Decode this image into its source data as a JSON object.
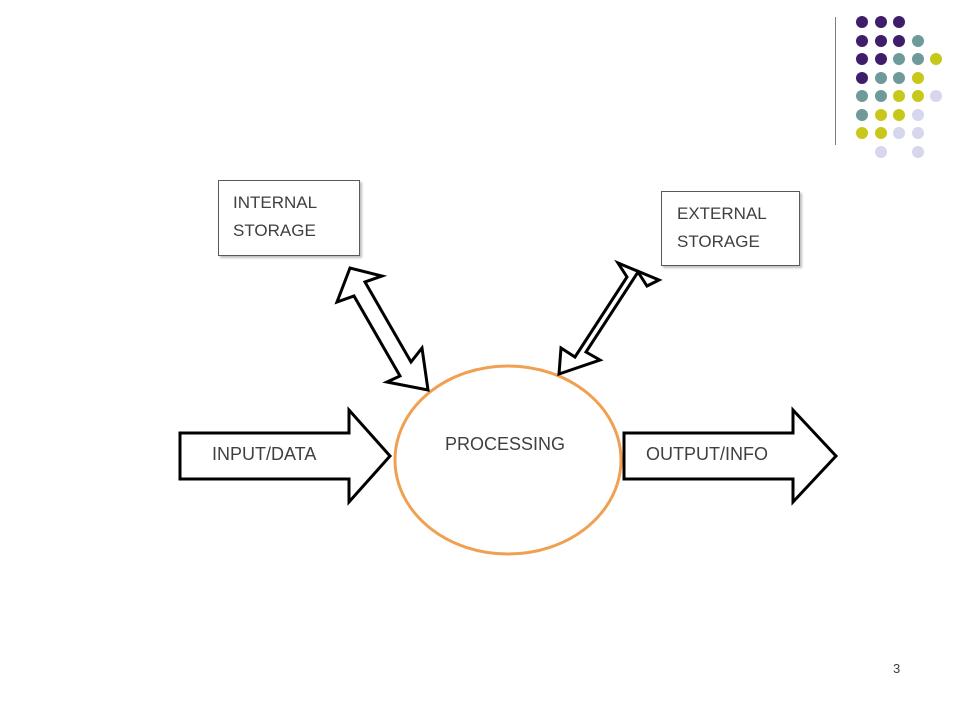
{
  "decor": {
    "dot_colors": {
      "purple": "#3f1d6b",
      "teal": "#6e9a9a",
      "yellow": "#c8c81a",
      "lavender": "#d6d6ec"
    },
    "dot_grid": [
      [
        "purple",
        "purple",
        "purple",
        "",
        ""
      ],
      [
        "purple",
        "purple",
        "purple",
        "teal",
        ""
      ],
      [
        "purple",
        "purple",
        "teal",
        "teal",
        "yellow"
      ],
      [
        "purple",
        "teal",
        "teal",
        "yellow",
        ""
      ],
      [
        "teal",
        "teal",
        "yellow",
        "yellow",
        "lavender"
      ],
      [
        "teal",
        "yellow",
        "yellow",
        "lavender",
        ""
      ],
      [
        "yellow",
        "yellow",
        "lavender",
        "lavender",
        ""
      ],
      [
        "",
        "lavender",
        "",
        "lavender",
        ""
      ]
    ]
  },
  "diagram": {
    "internal_storage": {
      "line1": "INTERNAL",
      "line2": "STORAGE"
    },
    "external_storage": {
      "line1": "EXTERNAL",
      "line2": "STORAGE"
    },
    "processing": "PROCESSING",
    "input": "INPUT/DATA",
    "output": "OUTPUT/INFO",
    "colors": {
      "ellipse_stroke": "#f0a050",
      "arrow_stroke": "#000000",
      "box_border": "#595959",
      "text": "#404040"
    }
  },
  "page_number": "3"
}
